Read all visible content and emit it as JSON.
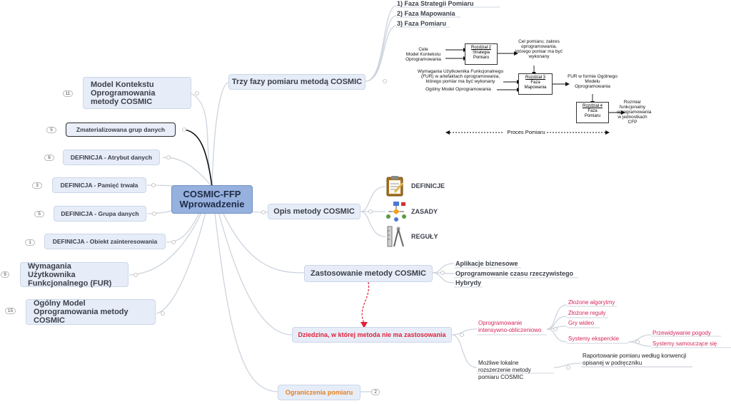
{
  "central": {
    "line1": "COSMIC-FFP",
    "line2": "Wprowadzenie"
  },
  "left_topics": [
    {
      "label": "Model Kontekstu Oprogramowania metody COSMIC",
      "badge": "11"
    },
    {
      "label": "Zmaterializowana grup danych",
      "badge": "5"
    },
    {
      "label": "DEFINICJA - Atrybut danych",
      "badge": "6"
    },
    {
      "label": "DEFINICJA - Pamięć trwała",
      "badge": "3"
    },
    {
      "label": "DEFINICJA - Grupa danych",
      "badge": "5"
    },
    {
      "label": "DEFINICJA - Obiekt zainteresowania",
      "badge": "1"
    },
    {
      "label": "Wymagania Użytkownika Funkcjonalnego (FUR)",
      "badge": "9"
    },
    {
      "label": "Ogólny Model Oprogramowania metody COSMIC",
      "badge": "15"
    }
  ],
  "right_topics": {
    "trzy_fazy": {
      "label": "Trzy fazy pomiaru metodą COSMIC",
      "items": [
        "1) Faza Strategii Pomiaru",
        "2) Faza Mapowania",
        "3) Faza Pomiaru"
      ],
      "diagram": {
        "inputs1": [
          "Cele",
          "Model Kontekstu",
          "Oprogramowania"
        ],
        "box1": {
          "title": "Rozdział 2",
          "lines": [
            "Strategia",
            "Pomiaru"
          ]
        },
        "out1": [
          "Cel pomiaru; zakres",
          "oprogramowania,",
          "którego pomiar ma być",
          "wykonany"
        ],
        "inputs2": [
          "Wymagania Użytkownika Funkcjonalnego",
          "(FUR) w artefaktach oprogramowania,",
          "którego pomiar ma być wykonany"
        ],
        "inputs2b": "Ogólny Model Oprogramowania",
        "box2": {
          "title": "Rozdział 3",
          "lines": [
            "Faza",
            "Mapowania"
          ]
        },
        "out2": [
          "FUR w formie Ogólnego",
          "Modelu",
          "Oprogramowania"
        ],
        "box3": {
          "title": "Rozdział 4",
          "lines": [
            "Faza",
            "Pomiaru"
          ]
        },
        "out3": [
          "Rozmiar",
          "funkcjonalny",
          "oprogramowania",
          "w jednostkach",
          "CFP"
        ],
        "process_label": "Proces Pomiaru"
      }
    },
    "opis": {
      "label": "Opis metody COSMIC",
      "items": [
        {
          "label": "DEFINICJE",
          "icon": "clipboard-icon"
        },
        {
          "label": "ZASADY",
          "icon": "flowchart-icon"
        },
        {
          "label": "REGUŁY",
          "icon": "drafting-tools-icon"
        }
      ]
    },
    "zastosowanie": {
      "label": "Zastosowanie metody COSMIC",
      "items": [
        "Aplikacje biznesowe",
        "Oprogramowanie czasu rzeczywistego",
        "Hybrydy"
      ]
    },
    "dziedzina": {
      "label": "Dziedzina, w której metoda nie ma zastosowania",
      "branch1": {
        "label": "Oprogramowanie intensywno-obliczeniowo",
        "items": [
          "Złożone algorytmy",
          "Złożone reguły",
          "Gry wideo"
        ],
        "expert": {
          "label": "Systemy eksperckie",
          "items": [
            "Przewidywanie pogody",
            "Systemy samouczące się"
          ]
        }
      },
      "branch2": {
        "label": "Możliwe lokalne rozszerzenie metody pomiaru COSMIC",
        "note": "Raportowanie pomiaru według konwencji opisanej w podręczniku"
      }
    },
    "ograniczenia": {
      "label": "Ograniczenia pomiaru",
      "badge": "2"
    }
  },
  "colors": {
    "topic_fill": "#e6edf8",
    "central_fill": "#96b1de",
    "red": "#e0223a",
    "orange": "#e8801e",
    "pink": "#d6245a"
  }
}
